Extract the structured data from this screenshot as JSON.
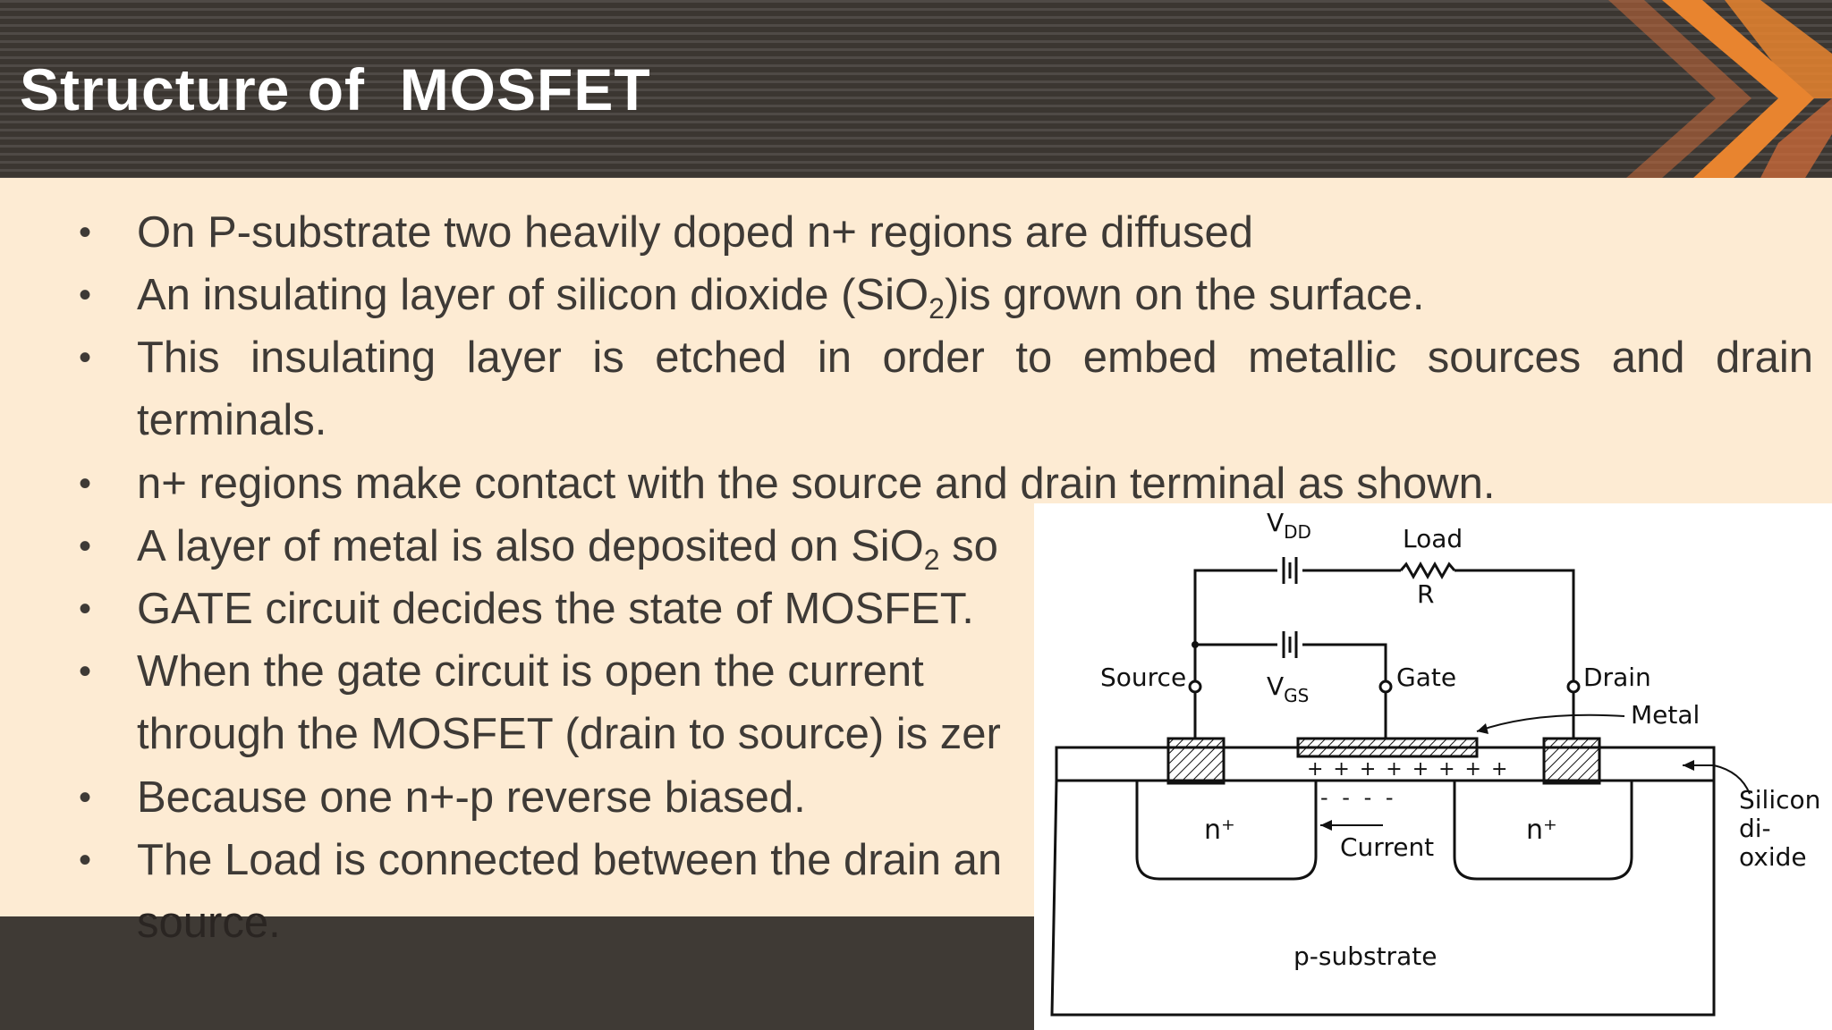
{
  "slide": {
    "title": "Structure of  MOSFET",
    "bullet_char": "•",
    "bullets": [
      {
        "lines": [
          {
            "text": "On P-substrate two heavily doped n+ regions are diffused"
          }
        ]
      },
      {
        "lines": [
          {
            "before": "An insulating layer of silicon dioxide (SiO",
            "sub": "2",
            "after": ")is grown on the surface."
          }
        ]
      },
      {
        "lines": [
          {
            "text": "This insulating layer is etched in order to embed metallic sources and drain"
          },
          {
            "text": "terminals."
          }
        ]
      },
      {
        "lines": [
          {
            "text": "n+ regions make contact with the source and drain terminal as shown."
          }
        ]
      },
      {
        "lines": [
          {
            "before": "A layer of metal is also deposited on SiO",
            "sub": "2",
            "after": " so"
          }
        ]
      },
      {
        "lines": [
          {
            "text": "GATE circuit decides the state of MOSFET."
          }
        ]
      },
      {
        "lines": [
          {
            "text": "When the gate circuit is open the current"
          },
          {
            "text": "through the MOSFET (drain to source) is zer"
          }
        ]
      },
      {
        "lines": [
          {
            "text": "Because one n+-p reverse biased."
          }
        ]
      },
      {
        "lines": [
          {
            "text": "The Load is connected between the drain an"
          },
          {
            "text": "source."
          }
        ]
      }
    ]
  },
  "diagram": {
    "labels": {
      "vdd": {
        "main": "V",
        "sub": "DD"
      },
      "vgs": {
        "main": "V",
        "sub": "GS"
      },
      "load": "Load",
      "r": "R",
      "source": "Source",
      "gate": "Gate",
      "drain": "Drain",
      "metal": "Metal",
      "silicon_dioxide": [
        "Silicon",
        "di-",
        "oxide"
      ],
      "n_left": "n⁺",
      "n_right": "n⁺",
      "current": "Current",
      "p_substrate": "p-substrate",
      "plus_charges": "+ + + + + + + +",
      "minus_charges": "- - - -"
    }
  },
  "colors": {
    "header_bg": "#3b3631",
    "content_bg": "#fdebd3",
    "text": "#3e3a36",
    "title": "#ffffff",
    "accent_orange": "#e8842f"
  }
}
